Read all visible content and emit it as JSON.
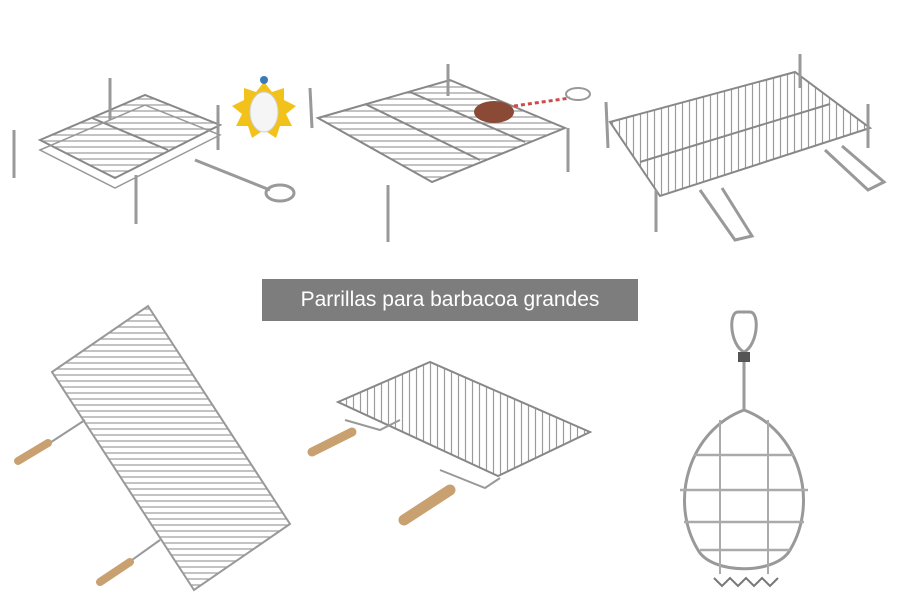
{
  "banner": {
    "text": "Parrillas para barbacoa grandes"
  },
  "colors": {
    "background": "#ffffff",
    "banner_bg": "#7d7d7d",
    "banner_text": "#ffffff",
    "metal": "#9a9a9a",
    "metal_dark": "#6e6e6e",
    "wood": "#c9a070",
    "wood_dark": "#a87c4f",
    "badge_yellow": "#f3c21a"
  },
  "products": [
    {
      "name": "double-grill-with-handle"
    },
    {
      "name": "square-grill-with-legs"
    },
    {
      "name": "double-grill-with-two-handles"
    },
    {
      "name": "large-grill-wooden-handles"
    },
    {
      "name": "rectangular-grill-wooden-handles"
    },
    {
      "name": "fish-grill-basket"
    }
  ]
}
